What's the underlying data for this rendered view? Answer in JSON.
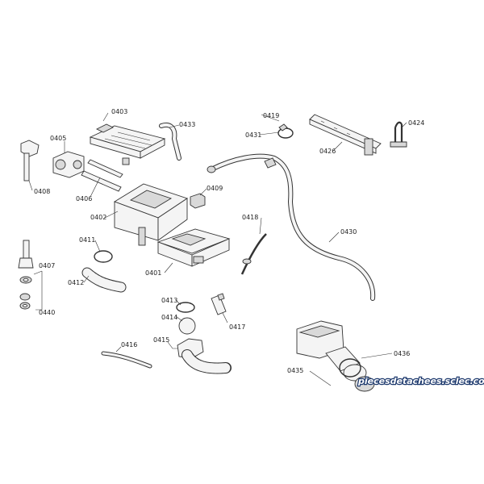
{
  "labels": {
    "p0403": "0403",
    "p0433": "0433",
    "p0405": "0405",
    "p0408": "0408",
    "p0406": "0406",
    "p0402": "0402",
    "p0409": "0409",
    "p0411": "0411",
    "p0412": "0412",
    "p0401": "0401",
    "p0407": "0407",
    "p0440": "0440",
    "p0413": "0413",
    "p0414": "0414",
    "p0415": "0415",
    "p0416": "0416",
    "p0417": "0417",
    "p0418": "0418",
    "p0419": "0419",
    "p0431": "0431",
    "p0426": "0426",
    "p0424": "0424",
    "p0430": "0430",
    "p0436": "0436",
    "p0435": "0435"
  },
  "watermark": "piecesdetachees.sclec.com",
  "colors": {
    "watermark_fill": "#ffffff",
    "watermark_stroke": "#1e3a6e",
    "line": "#333333",
    "part_fill": "#f4f4f4"
  }
}
